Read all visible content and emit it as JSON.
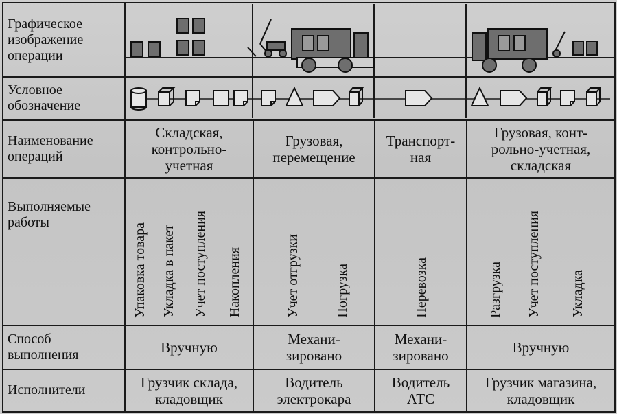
{
  "rows": {
    "graphic": {
      "label": "Графическое\nизображение\nоперации",
      "icons": [
        "boxes-stack-icon",
        "electric-cart-icon",
        "truck-loaded-icon",
        "truck-unloading-icon"
      ]
    },
    "symbol": {
      "label": "Условное\nобозначение"
    },
    "name": {
      "label": "Наименование\nопераций",
      "cols": [
        "Складская,\nконтрольно-\nучетная",
        "Грузовая,\nперемещение",
        "Транспорт-\nная",
        "Грузовая, конт-\nрольно-учетная,\nскладская"
      ]
    },
    "works": {
      "label": "Выполняемые\nработы",
      "col1": [
        "Упаковка товара",
        "Укладка в пакет",
        "Учет поступления",
        "Накопления"
      ],
      "col2": [
        "Учет отгрузки",
        "Погрузка"
      ],
      "col3": [
        "Перевозка"
      ],
      "col4": [
        "Разгрузка",
        "Учет поступления",
        "Укладка"
      ]
    },
    "method": {
      "label": "Способ\nвыполнения",
      "cols": [
        "Вручную",
        "Механи-\nзировано",
        "Механи-\nзировано",
        "Вручную"
      ]
    },
    "performers": {
      "label": "Исполнители",
      "cols": [
        "Грузчик склада,\nкладовщик",
        "Водитель\nэлектрокара",
        "Водитель\nАТС",
        "Грузчик магазина,\nкладовщик"
      ]
    }
  }
}
